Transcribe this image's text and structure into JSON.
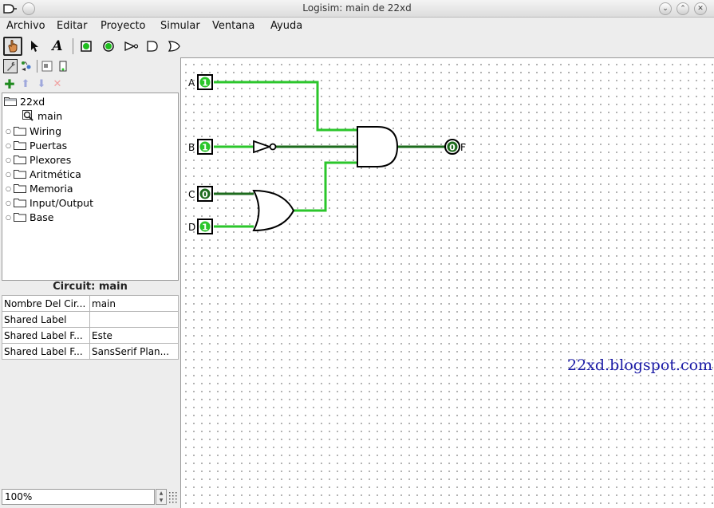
{
  "window": {
    "title": "Logisim: main de 22xd"
  },
  "menu": [
    "Archivo",
    "Editar",
    "Proyecto",
    "Simular",
    "Ventana",
    "Ayuda"
  ],
  "tree": {
    "project": "22xd",
    "circuit": "main",
    "folders": [
      "Wiring",
      "Puertas",
      "Plexores",
      "Aritmética",
      "Memoria",
      "Input/Output",
      "Base"
    ]
  },
  "attributes": {
    "title": "Circuit: main",
    "rows": [
      {
        "key": "Nombre Del Cir...",
        "value": "main"
      },
      {
        "key": "Shared Label",
        "value": ""
      },
      {
        "key": "Shared Label F...",
        "value": "Este"
      },
      {
        "key": "Shared Label F...",
        "value": "SansSerif Plan..."
      }
    ]
  },
  "zoom": "100%",
  "circuit": {
    "inputs": [
      {
        "label": "A",
        "value": "1"
      },
      {
        "label": "B",
        "value": "1"
      },
      {
        "label": "C",
        "value": "0"
      },
      {
        "label": "D",
        "value": "1"
      }
    ],
    "output": {
      "label": "F",
      "value": "0"
    }
  },
  "watermark": "22xd.blogspot.com",
  "colors": {
    "wire_on": "#2bc62b",
    "wire_off": "#1d6b1d",
    "watermark": "#1a1aa6"
  }
}
